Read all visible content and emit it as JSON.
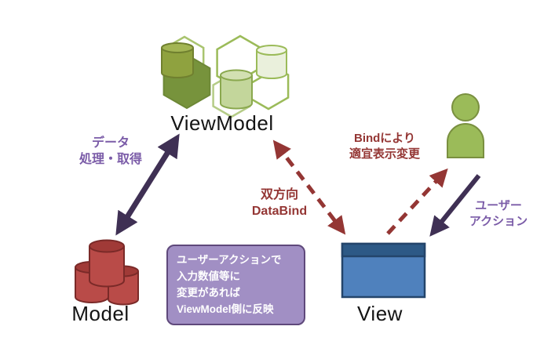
{
  "nodes": {
    "viewmodel": "ViewModel",
    "model": "Model",
    "view": "View"
  },
  "annotations": {
    "data_fetch": "データ\n処理・取得",
    "two_way_bind": "双方向\nDataBind",
    "bind_update": "Bindにより\n適宜表示変更",
    "user_action": "ユーザー\nアクション",
    "note": "ユーザーアクションで\n入力数値等に\n変更があれば\nViewModel側に反映"
  },
  "icons": {
    "viewmodel_icon": "hexagon-cluster-with-database-cylinders",
    "model_icon": "database-cylinder-stack",
    "view_icon": "window-rectangle",
    "user_icon": "person-silhouette"
  },
  "colors": {
    "purple_text": "#7b5ca8",
    "dark_red_text": "#943634",
    "solid_arrow": "#3f3054",
    "dashed_arrow": "#943634",
    "model_red": "#b94b48",
    "view_blue": "#4f81bd",
    "view_header_blue": "#2d5986",
    "user_green": "#9bbb59",
    "hex_green": "#77933c",
    "note_fill": "#a18fc4",
    "note_border": "#5f497b"
  }
}
